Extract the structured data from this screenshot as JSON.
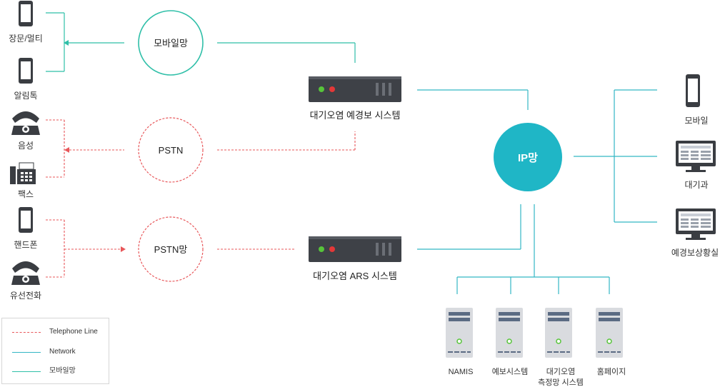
{
  "colors": {
    "network": "#2fbfa8",
    "ip_line": "#33b6c4",
    "telephone": "#e8575a",
    "ip_circle": "#1fb6c6",
    "server_dark": "#3e4147",
    "server_green": "#57c43a",
    "server_red": "#e33838"
  },
  "left_devices": {
    "jangmun": "장문/멀티",
    "alrimtok": "알림톡",
    "eumseong": "음성",
    "paekseu": "팩스",
    "haendeupon": "핸드폰",
    "yuseon": "유선전화"
  },
  "networks": {
    "mobile": "모바일망",
    "pstn": "PSTN",
    "pstn_mang": "PSTN망",
    "ip": "IP망"
  },
  "systems": {
    "forecast": "대기오염 예경보 시스템",
    "ars": "대기오염 ARS 시스템"
  },
  "right_devices": {
    "mobile": "모바일",
    "daegigwa": "대기과",
    "situation": "예경보상황실"
  },
  "bottom_servers": {
    "namis": "NAMIS",
    "forecast": "예보시스템",
    "measure_line1": "대기오염",
    "measure_line2": "측정망 시스템",
    "homepage": "홈페이지"
  },
  "legend": {
    "telephone": "Telephone Line",
    "network": "Network",
    "mobile": "모바일망"
  }
}
